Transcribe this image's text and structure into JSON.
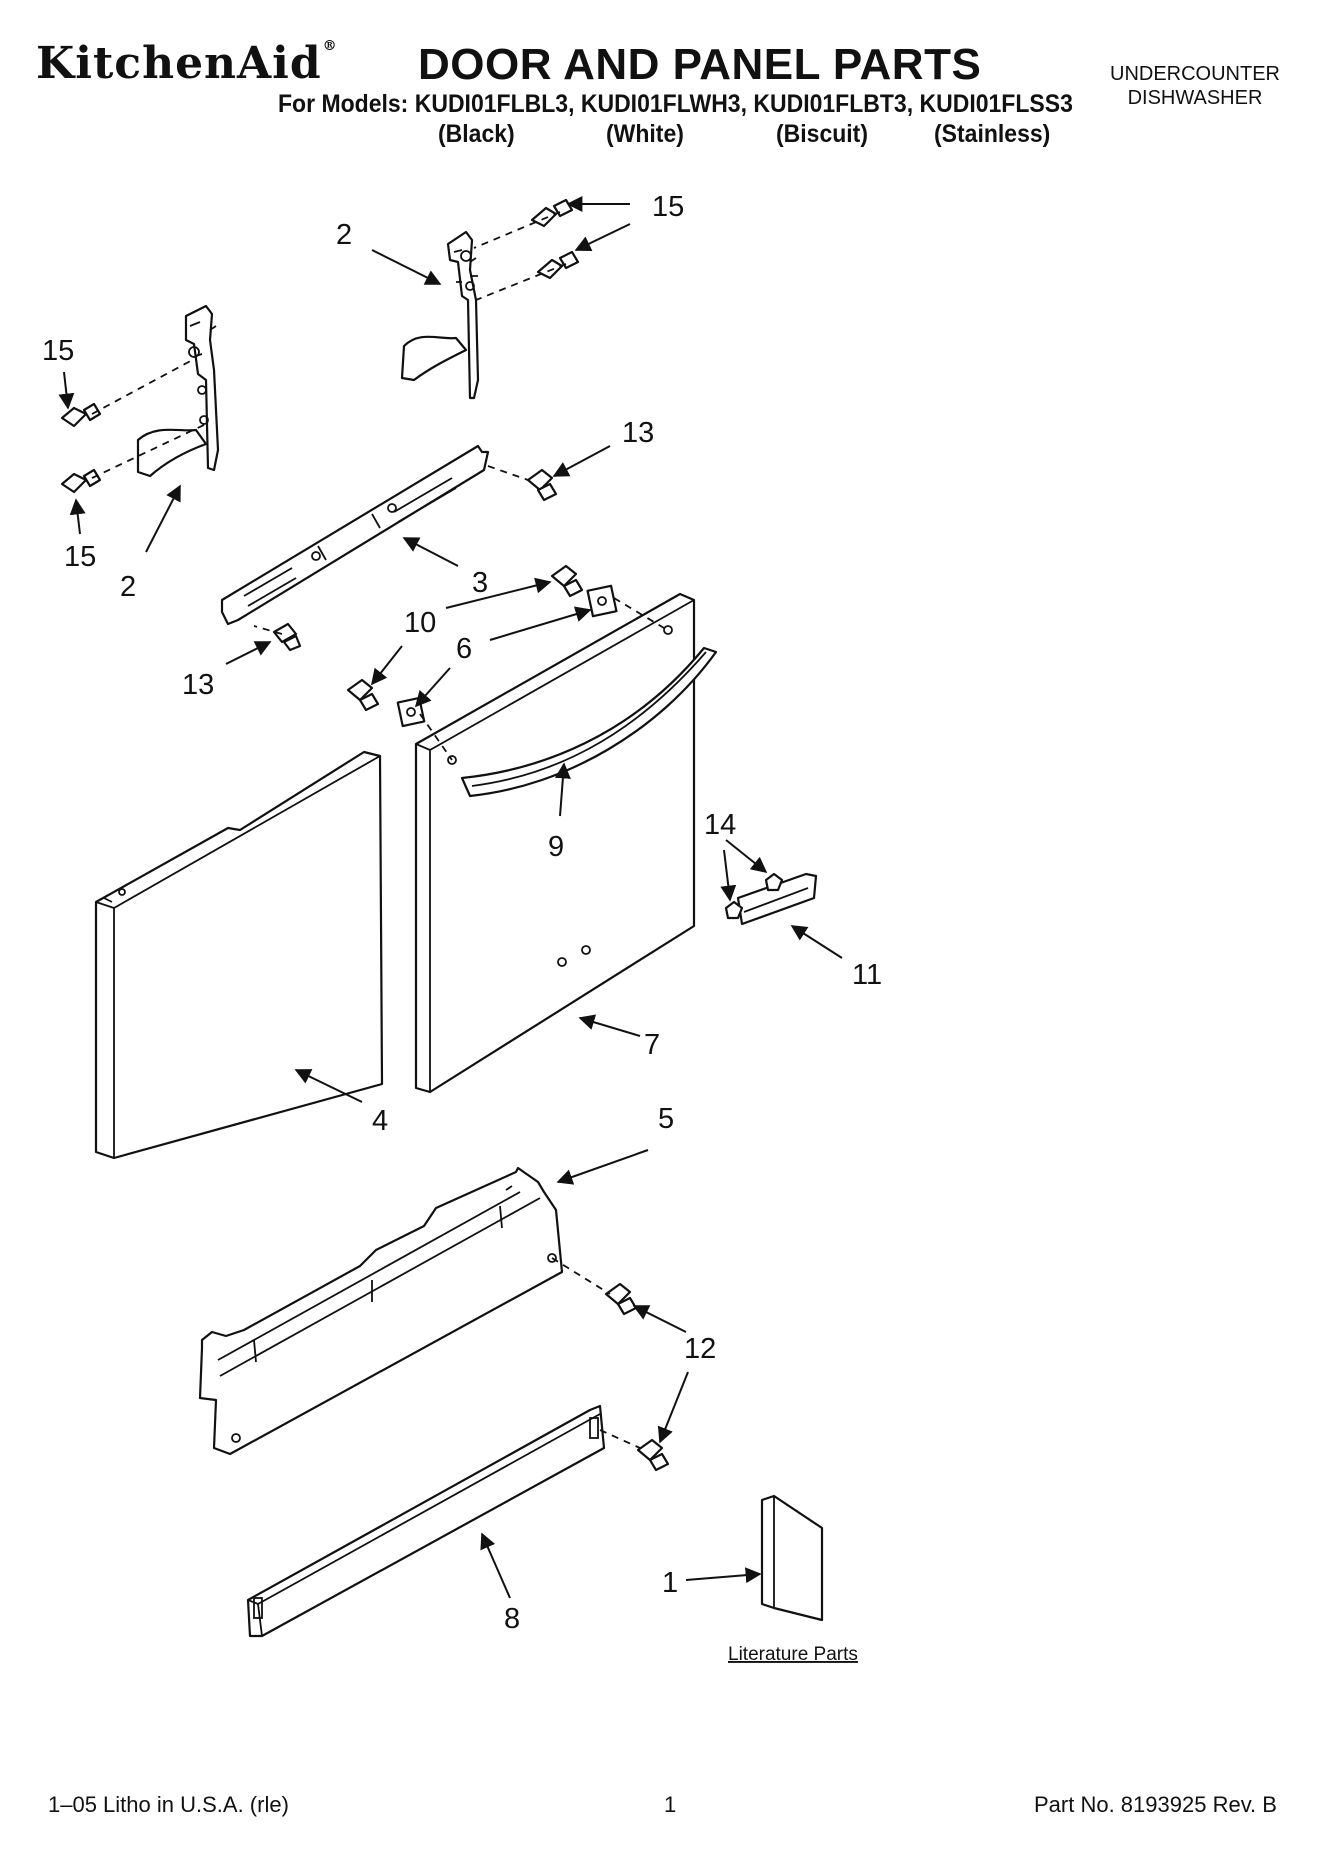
{
  "header": {
    "brand": "KitchenAid",
    "brand_mark": "®",
    "title": "DOOR AND PANEL PARTS",
    "models_line": "For Models: KUDI01FLBL3, KUDI01FLWH3, KUDI01FLBT3, KUDI01FLSS3",
    "variants": [
      "(Black)",
      "(White)",
      "(Biscuit)",
      "(Stainless)"
    ],
    "appliance_line1": "UNDERCOUNTER",
    "appliance_line2": "DISHWASHER"
  },
  "callouts": {
    "c1": "1",
    "c2a": "2",
    "c2b": "2",
    "c3": "3",
    "c4": "4",
    "c5": "5",
    "c6": "6",
    "c7": "7",
    "c8": "8",
    "c9": "9",
    "c10": "10",
    "c11": "11",
    "c12": "12",
    "c13a": "13",
    "c13b": "13",
    "c14": "14",
    "c15a": "15",
    "c15b": "15",
    "c15c": "15"
  },
  "literature_label": "Literature Parts",
  "footer": {
    "litho": "1–05 Litho in U.S.A. (rle)",
    "page": "1",
    "part_no": "Part No. 8193925 Rev. B"
  }
}
